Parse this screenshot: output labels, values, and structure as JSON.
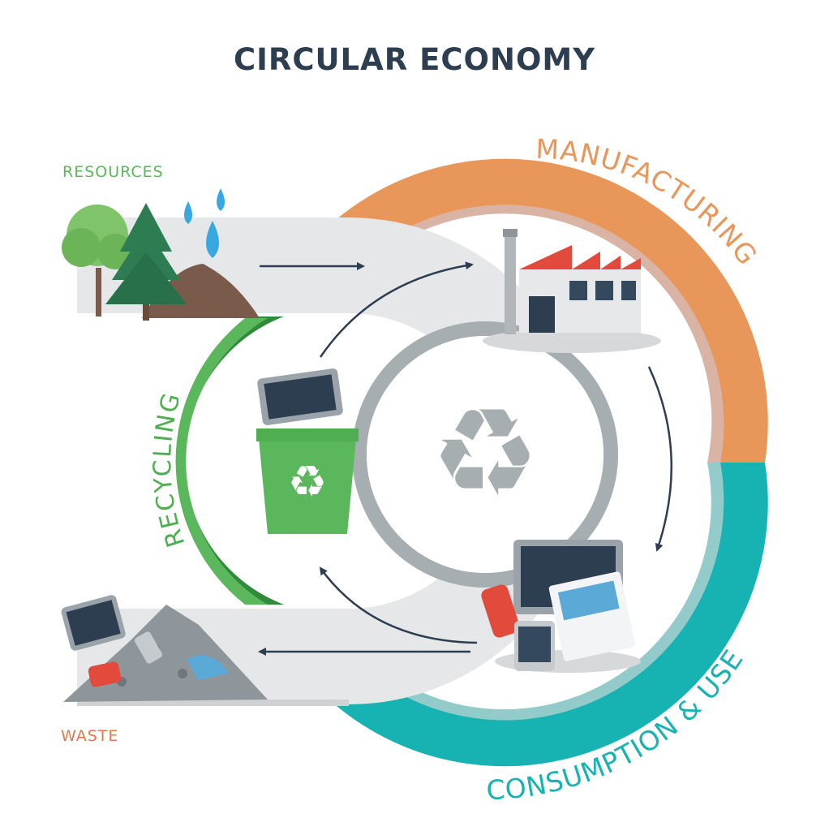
{
  "title": "CIRCULAR ECONOMY",
  "stages": {
    "resources": "RESOURCES",
    "manufacturing": "MANUFACTURING",
    "consumption": "CONSUMPTION & USE",
    "recycling": "RECYCLING",
    "waste": "WASTE"
  },
  "colors": {
    "title": "#2c3e50",
    "resources": "#5bb75b",
    "manufacturing": "#e8965a",
    "consumption": "#17b3b3",
    "recycling": "#4fae4f",
    "waste": "#e5774a",
    "track": "#e6e7e8",
    "inner_ring": "#a7aeb2",
    "arrow": "#2c3e50"
  },
  "icons": [
    "tree-icon",
    "pine-tree-icon",
    "water-drop-icon",
    "soil-pile-icon",
    "factory-icon",
    "devices-icon",
    "recycle-bin-icon",
    "recycle-symbol-icon",
    "waste-pile-icon"
  ]
}
